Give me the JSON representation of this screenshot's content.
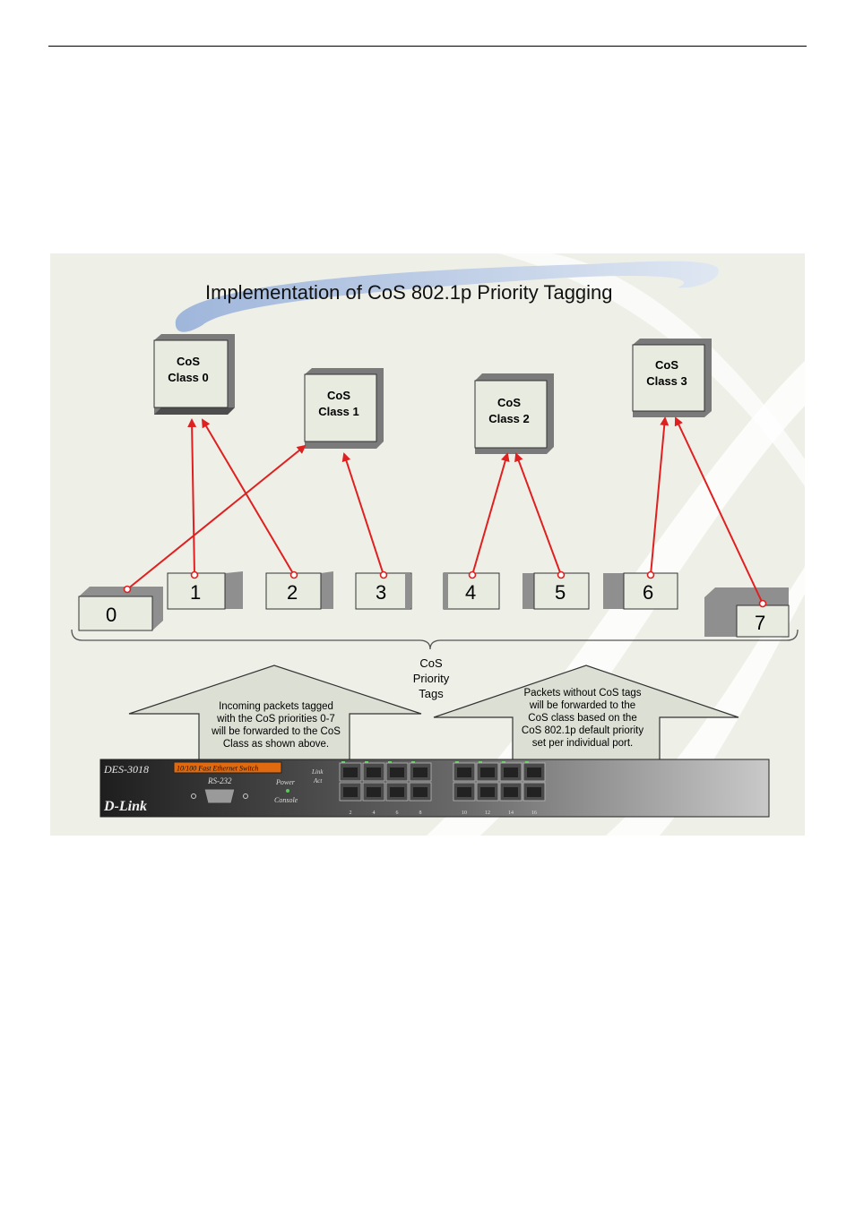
{
  "title": "Implementation of CoS 802.1p Priority Tagging",
  "classes": [
    {
      "line1": "CoS",
      "line2": "Class 0"
    },
    {
      "line1": "CoS",
      "line2": "Class 1"
    },
    {
      "line1": "CoS",
      "line2": "Class 2"
    },
    {
      "line1": "CoS",
      "line2": "Class 3"
    }
  ],
  "tags": [
    "0",
    "1",
    "2",
    "3",
    "4",
    "5",
    "6",
    "7"
  ],
  "brace_label": {
    "line1": "CoS",
    "line2": "Priority",
    "line3": "Tags"
  },
  "left_arrow_text": [
    "Incoming packets tagged",
    "with the CoS priorities 0-7",
    "will be forwarded to the CoS",
    "Class as shown above."
  ],
  "right_arrow_text": [
    "Packets without CoS tags",
    "will be forwarded to the",
    "CoS class based on the",
    "CoS 802.1p default priority",
    "set per individual port."
  ],
  "switch": {
    "model": "DES-3018",
    "badge": "10/100 Fast Ethernet Switch",
    "brand": "D-Link",
    "rs232": "RS-232",
    "power": "Power",
    "console": "Console",
    "link": "Link",
    "act": "Act",
    "port_numbers": [
      "2",
      "4",
      "6",
      "8",
      "10",
      "12",
      "14",
      "16"
    ]
  },
  "colors": {
    "arrow": "#e02020",
    "background": "#eef0e8",
    "swirl": "#b8c8e0"
  }
}
